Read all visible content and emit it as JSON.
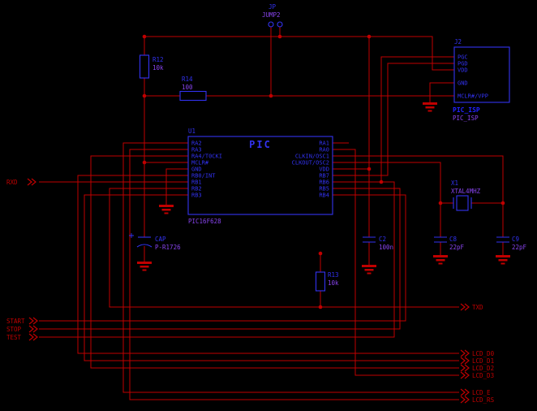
{
  "colors": {
    "background": "#000000",
    "wire": "#c00000",
    "component": "#3232f0",
    "value_text": "#8844ee",
    "bold_label": "#2222ff"
  },
  "ports": {
    "rxd": "RXD",
    "txd": "TXD",
    "start": "START",
    "stop": "STOP",
    "test": "TEST",
    "lcd": [
      "LCD_D0",
      "LCD_D1",
      "LCD_D2",
      "LCD_D3",
      "LCD_E",
      "LCD_RS"
    ]
  },
  "pic": {
    "ref": "U1",
    "title": "PIC",
    "value": "PIC16F628",
    "left_pins": [
      "RA2",
      "RA3",
      "RA4/T0CKI",
      "MCLR#",
      "GND",
      "RB0/INT",
      "RB1",
      "RB2",
      "RB3"
    ],
    "right_pins": [
      "RA1",
      "RA0",
      "CLKIN/OSC1",
      "CLKOUT/OSC2",
      "VDD",
      "RB7",
      "RB6",
      "RB5",
      "RB4"
    ]
  },
  "isp": {
    "ref": "J2",
    "label": "PIC_ISP",
    "value": "PIC_ISP",
    "pins": [
      "PGC",
      "PGD",
      "VDD",
      "GND",
      "MCLR#/VPP"
    ]
  },
  "jumper": {
    "ref": "JP",
    "value": "JUMP2"
  },
  "resistors": {
    "r12": {
      "ref": "R12",
      "value": "10k"
    },
    "r14": {
      "ref": "R14",
      "value": "100"
    },
    "r13": {
      "ref": "R13",
      "value": "10k"
    }
  },
  "capacitors": {
    "c1": {
      "ref": "CAP",
      "value": "P-R1726"
    },
    "c2": {
      "ref": "C2",
      "value": "100n"
    },
    "c8": {
      "ref": "C8",
      "value": "22pF"
    },
    "c9": {
      "ref": "C9",
      "value": "22pF"
    }
  },
  "crystal": {
    "ref": "X1",
    "value": "XTAL4MHZ"
  }
}
